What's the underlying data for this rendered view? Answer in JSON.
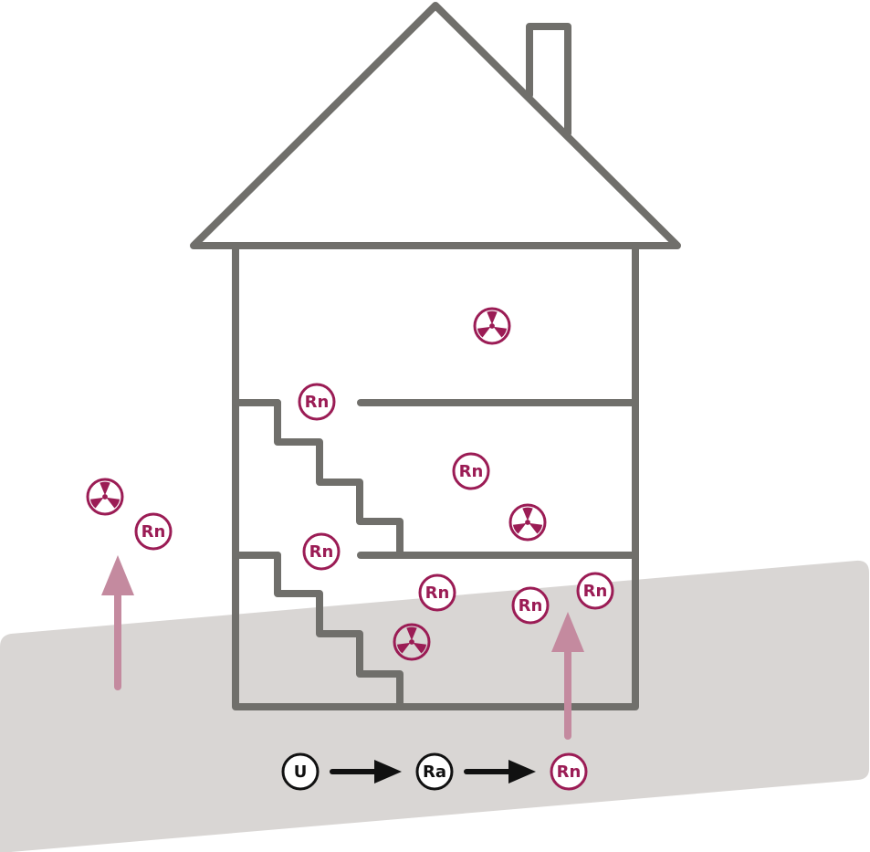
{
  "colors": {
    "ground": "#d9d6d4",
    "house_line": "#706f6b",
    "radon": "#9b1c55",
    "arrow_up": "#c48a9f",
    "chain": "#111111",
    "background": "#ffffff"
  },
  "labels": {
    "uranium": "U",
    "radium": "Ra",
    "radon": "Rn"
  },
  "icons": {
    "radiation": "radiation-trefoil-icon",
    "arrow_right": "arrow-right-icon",
    "arrow_up": "arrow-up-icon"
  },
  "decay_chain": [
    "U",
    "Ra",
    "Rn"
  ]
}
